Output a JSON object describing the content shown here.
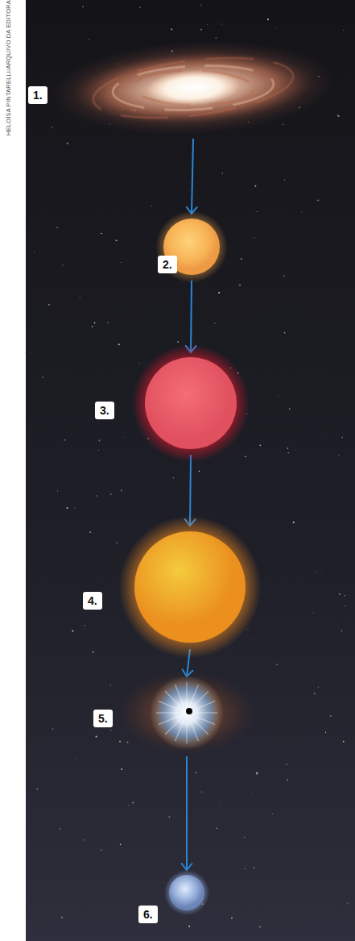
{
  "diagram": {
    "nodes": [
      {
        "text": [
          "1."
        ]
      },
      {
        "text": [
          "2."
        ]
      },
      {
        "text": [
          "3."
        ]
      },
      {
        "text": [
          "4."
        ]
      },
      {
        "text": [
          "5."
        ]
      },
      {
        "text": [
          "6."
        ]
      }
    ],
    "edges": [
      {
        "from": 0,
        "to": 1,
        "arrow": "to"
      },
      {
        "from": 1,
        "to": 2,
        "arrow": "to"
      },
      {
        "from": 2,
        "to": 3,
        "arrow": "to"
      },
      {
        "from": 3,
        "to": 4,
        "arrow": "to"
      },
      {
        "from": 4,
        "to": 5,
        "arrow": "to"
      }
    ],
    "labels": [
      "HELOÍSA PINTARELLI/ARQUIVO DA EDITORA"
    ]
  }
}
